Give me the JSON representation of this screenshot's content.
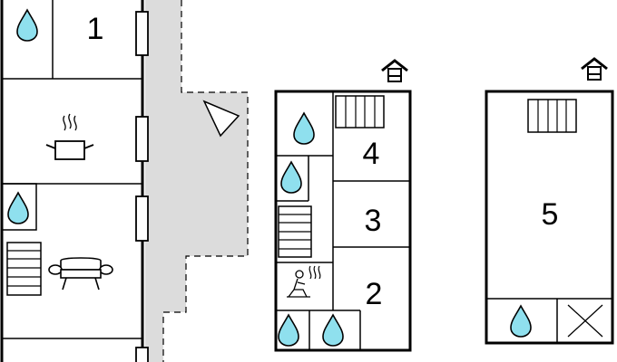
{
  "rooms": {
    "room_1": "1",
    "room_2": "2",
    "room_3": "3",
    "room_4": "4",
    "room_5": "5"
  },
  "icons": {
    "bathroom": "water-drop-icon",
    "kitchen": "cooking-pot-icon",
    "living": "sofa-icon",
    "stairs": "stairs-icon",
    "radiator": "radiator-icon",
    "sauna": "sauna-icon",
    "entrance": "entrance-house-icon",
    "storage": "storage-cross-icon",
    "view": "view-direction-icon"
  },
  "colors": {
    "drop": "#8fe0ee",
    "terrace": "#dcdcdc",
    "wall": "#000000"
  }
}
